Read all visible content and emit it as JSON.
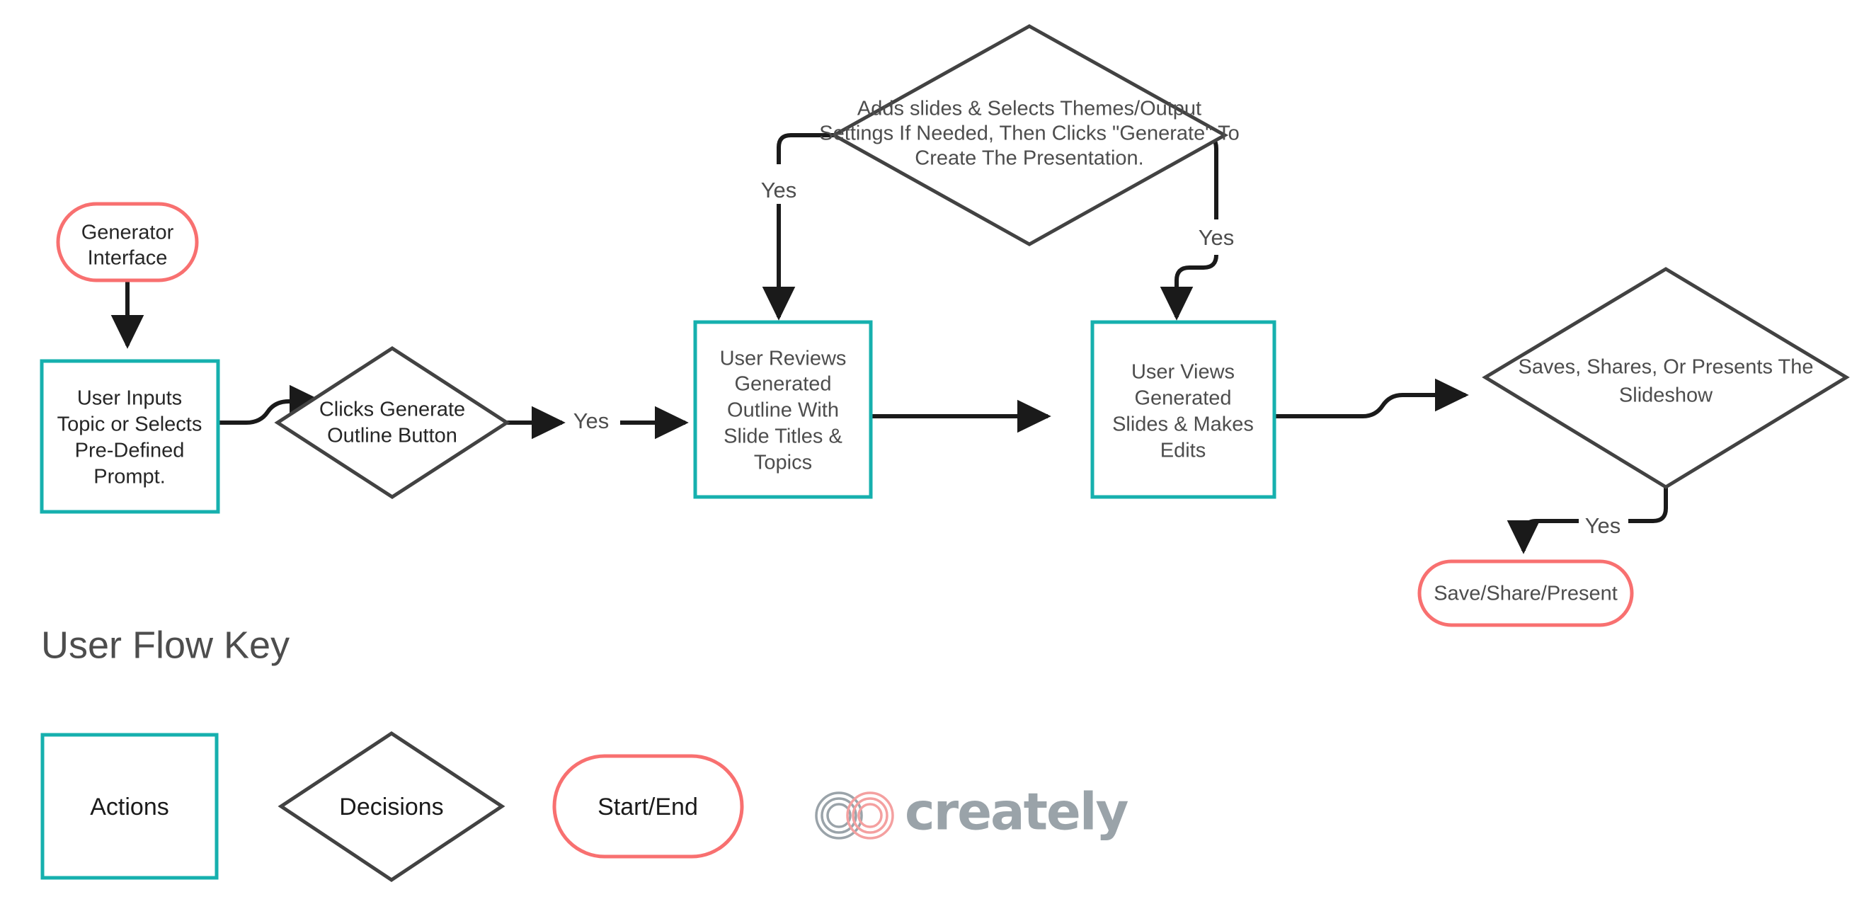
{
  "diagram": {
    "title": "AI Presentation Generator User Flow",
    "colors": {
      "action_border": "#16b0ae",
      "decision_border": "#424242",
      "terminal_border": "#f87070",
      "connector": "#1a1a1a",
      "node_text": "#4d4d4d",
      "logo_gray": "#9aa3a9",
      "logo_pink": "#f4a0a0",
      "background": "#ffffff"
    },
    "nodes": {
      "start_terminal": {
        "type": "start-end",
        "lines": [
          "Generator",
          "Interface"
        ]
      },
      "action_input": {
        "type": "action",
        "lines": [
          "User Inputs",
          "Topic or Selects",
          "Pre-Defined",
          "Prompt."
        ]
      },
      "decision_generate_outline": {
        "type": "decision",
        "lines": [
          "Clicks Generate",
          "Outline Button"
        ]
      },
      "action_review_outline": {
        "type": "action",
        "lines": [
          "User Reviews",
          "Generated",
          "Outline With",
          "Slide Titles &",
          "Topics"
        ]
      },
      "decision_add_slides": {
        "type": "decision",
        "lines": [
          "Adds slides & Selects Themes/Output",
          "Settings If Needed, Then Clicks \"Generate\" To",
          "Create The Presentation."
        ]
      },
      "action_view_slides": {
        "type": "action",
        "lines": [
          "User Views",
          "Generated",
          "Slides & Makes",
          "Edits"
        ]
      },
      "decision_save_share": {
        "type": "decision",
        "lines": [
          "Saves, Shares, Or Presents The",
          "Slideshow"
        ]
      },
      "end_terminal": {
        "type": "start-end",
        "lines": [
          "Save/Share/Present"
        ]
      }
    },
    "edge_labels": {
      "outline_yes": "Yes",
      "add_slides_left_yes": "Yes",
      "add_slides_right_yes": "Yes",
      "save_share_yes": "Yes"
    }
  },
  "legend": {
    "title": "User Flow Key",
    "items": [
      {
        "shape": "rectangle",
        "label": "Actions"
      },
      {
        "shape": "diamond",
        "label": "Decisions"
      },
      {
        "shape": "stadium",
        "label": "Start/End"
      }
    ]
  },
  "branding": {
    "logo_text": "creately"
  }
}
